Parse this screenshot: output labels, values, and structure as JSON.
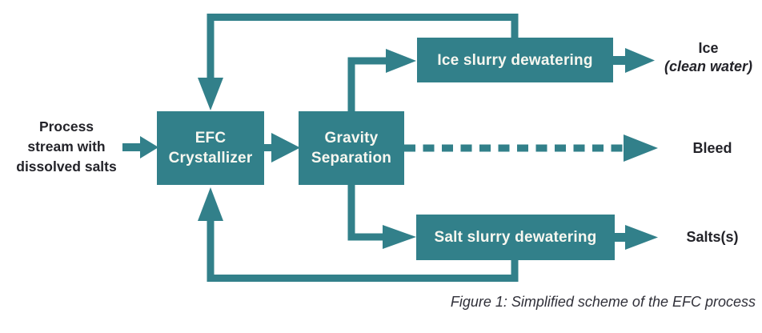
{
  "figure": {
    "caption": "Figure 1: Simplified scheme of the EFC process",
    "feed_label": {
      "lines": [
        "Process",
        "stream with",
        "dissolved salts"
      ]
    },
    "nodes": {
      "efc": {
        "lines": [
          "EFC",
          "Crystallizer"
        ]
      },
      "gravity": {
        "lines": [
          "Gravity",
          "Separation"
        ]
      },
      "ice_dewatering": {
        "label": "Ice slurry dewatering"
      },
      "salt_dewatering": {
        "label": "Salt slurry dewatering"
      }
    },
    "outputs": {
      "ice": {
        "title": "Ice",
        "subtitle": "(clean water)"
      },
      "bleed": {
        "label": "Bleed"
      },
      "salts": {
        "label": "Salts(s)"
      }
    },
    "connectors": [
      {
        "name": "feed-to-efc",
        "style": "solid-arrow"
      },
      {
        "name": "efc-to-gravity",
        "style": "solid-arrow"
      },
      {
        "name": "gravity-to-ice-dewatering",
        "style": "solid-arrow"
      },
      {
        "name": "ice-dewatering-to-ice-output",
        "style": "solid-arrow"
      },
      {
        "name": "gravity-to-bleed",
        "style": "dashed-arrow"
      },
      {
        "name": "gravity-to-salt-dewatering",
        "style": "solid-arrow"
      },
      {
        "name": "salt-dewatering-to-salts-output",
        "style": "solid-arrow"
      },
      {
        "name": "ice-dewatering-recycle-to-efc",
        "style": "solid-arrow"
      },
      {
        "name": "salt-dewatering-recycle-to-efc",
        "style": "solid-arrow"
      }
    ],
    "colors": {
      "teal": "#32808A",
      "box_text": "#F8F7F0",
      "label_text": "#232329",
      "caption_text": "#303039",
      "background": "#FFFFFF"
    }
  }
}
